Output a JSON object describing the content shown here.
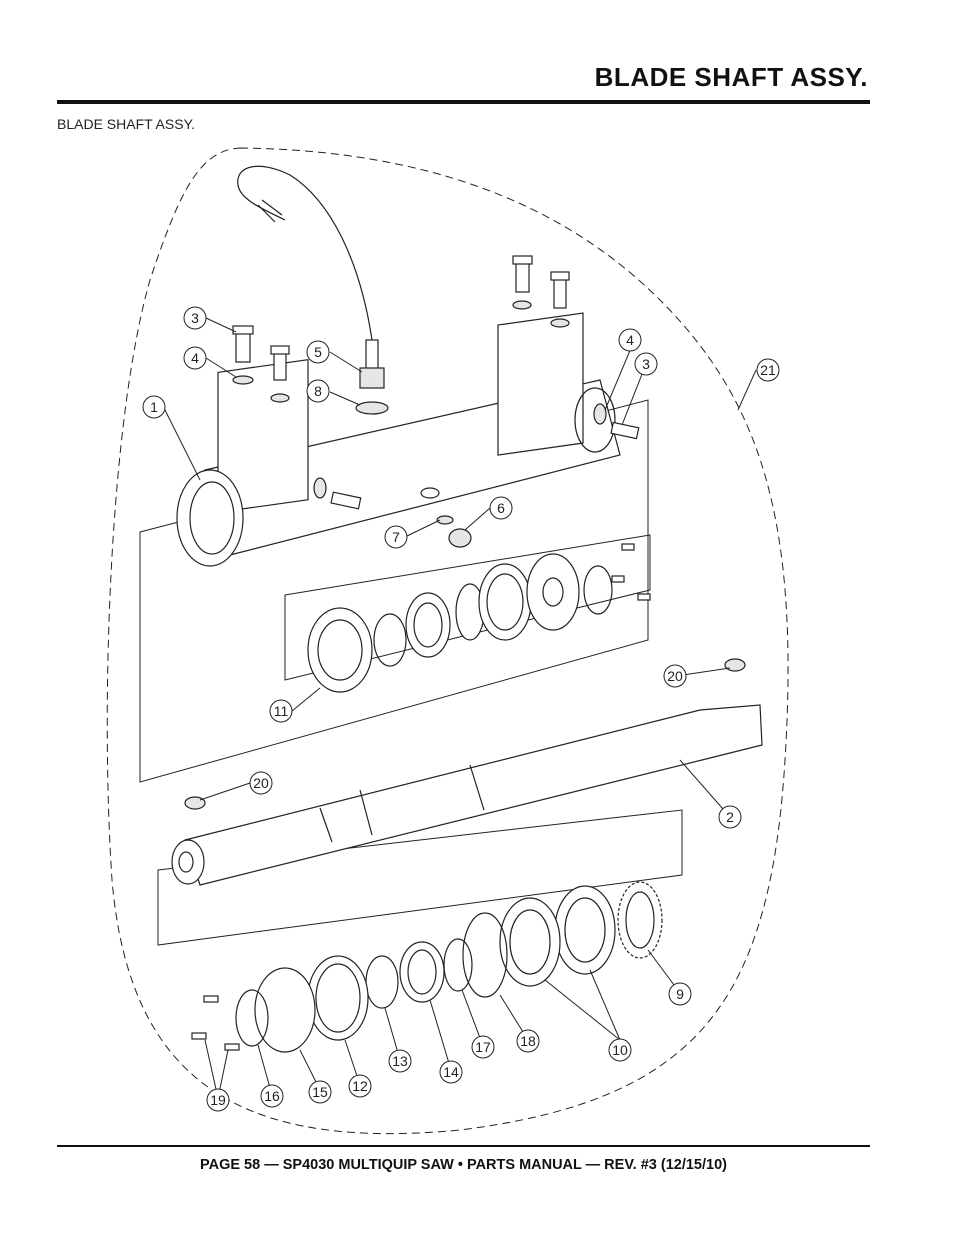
{
  "header": {
    "title": "BLADE SHAFT ASSY."
  },
  "section": {
    "label": "BLADE SHAFT ASSY."
  },
  "footer": {
    "text": "PAGE 58 — SP4030 MULTIQUIP SAW • PARTS MANUAL — REV. #3 (12/15/10)"
  },
  "callouts": [
    "1",
    "2",
    "3",
    "3",
    "4",
    "4",
    "5",
    "6",
    "7",
    "8",
    "9",
    "10",
    "11",
    "12",
    "13",
    "14",
    "15",
    "16",
    "17",
    "18",
    "19",
    "20",
    "20",
    "21"
  ]
}
